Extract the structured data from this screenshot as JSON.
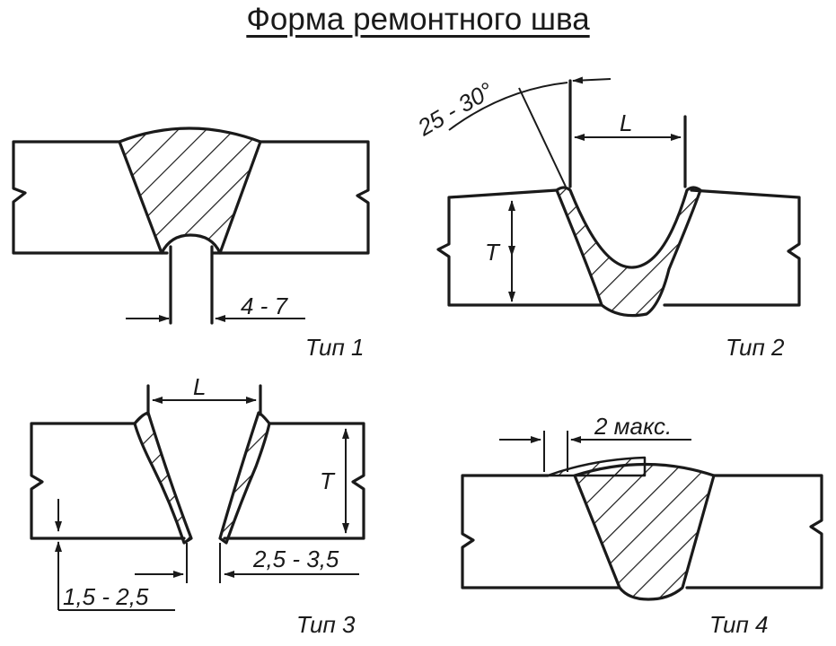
{
  "title": "Форма ремонтного шва",
  "panels": {
    "type1": {
      "caption": "Тип 1",
      "gap_dim": "4 - 7"
    },
    "type2": {
      "caption": "Тип 2",
      "angle": "25 - 30°",
      "length": "L",
      "thickness": "T"
    },
    "type3": {
      "caption": "Тип 3",
      "length": "L",
      "thickness": "T",
      "root_face": "1,5 - 2,5",
      "root_gap": "2,5 - 3,5"
    },
    "type4": {
      "caption": "Тип 4",
      "max_dim": "2 макс."
    }
  }
}
